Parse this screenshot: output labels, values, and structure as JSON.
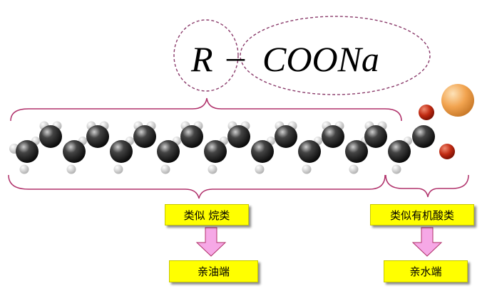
{
  "formula": {
    "r_group": "R",
    "dash": "–",
    "head_group": "COONa"
  },
  "labels": {
    "tail_class": "类似 烷类",
    "head_class": "类似有机酸类",
    "tail_property": "亲油端",
    "head_property": "亲水端"
  },
  "colors": {
    "carbon": "#1a1a1a",
    "hydrogen": "#e8e8e8",
    "oxygen": "#b22010",
    "sodium": "#f0a040",
    "bracket": "#b0306a",
    "arrow": "#f08cd8",
    "label_bg": "#ffff00"
  }
}
